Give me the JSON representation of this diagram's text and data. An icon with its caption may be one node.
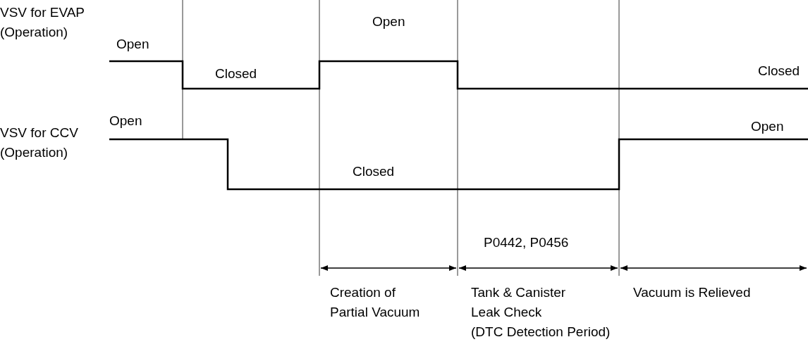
{
  "diagram": {
    "labels": [
      "VSV for EVAP (Operation)",
      "Open",
      "Open",
      "Closed",
      "Closed",
      "VSV for CCV (Operation)",
      "Open",
      "Open",
      "Closed",
      "P0442, P0456",
      "Creation of Partial Vacuum",
      "Tank & Canister Leak Check",
      "(DTC Detection Period)",
      "Vacuum is Relieved"
    ]
  }
}
